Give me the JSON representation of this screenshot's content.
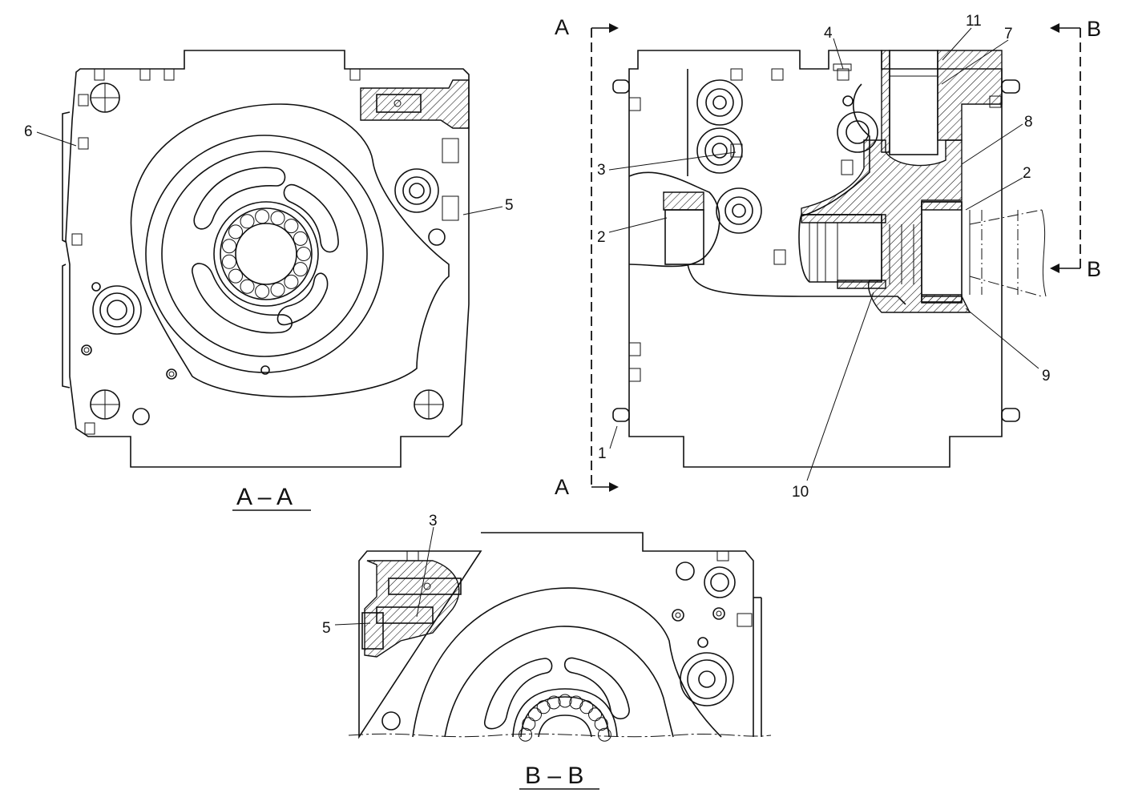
{
  "section_titles": {
    "aa": "A – A",
    "bb": "B – B"
  },
  "section_markers": {
    "a_top": "A",
    "a_bottom": "A",
    "b_top": "B",
    "b_bottom": "B"
  },
  "callouts": {
    "c1": "1",
    "c2_left": "2",
    "c2_right": "2",
    "c3_side": "3",
    "c3_bb": "3",
    "c4": "4",
    "c5_aa": "5",
    "c5_bb": "5",
    "c6": "6",
    "c7": "7",
    "c8": "8",
    "c9": "9",
    "c10": "10",
    "c11": "11"
  }
}
